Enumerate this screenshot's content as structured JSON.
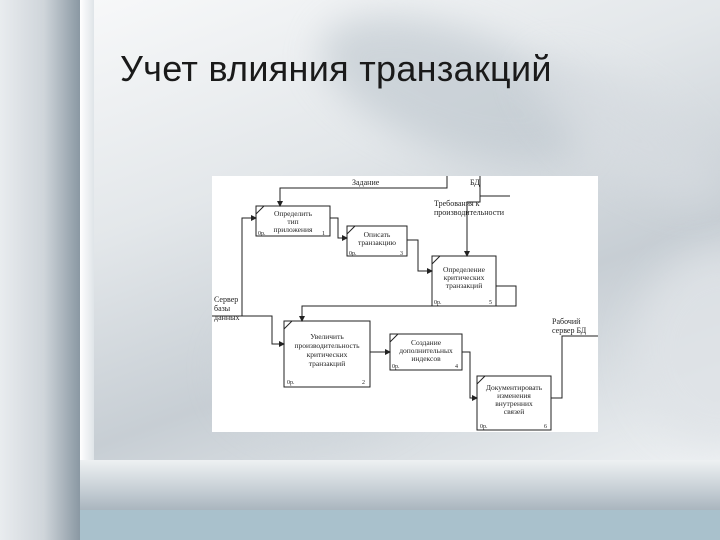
{
  "title": "Учет влияния транзакций",
  "diagram": {
    "top_labels": {
      "zadanie": "Задание",
      "bd": "БД",
      "requirements_line1": "Требования к",
      "requirements_line2": "производительности"
    },
    "left_labels": {
      "line1": "Сервер",
      "line2": "базы",
      "line3": "данных"
    },
    "right_labels": {
      "line1": "Рабочий",
      "line2": "сервер БД"
    },
    "boxes": [
      {
        "line1": "Определить",
        "line2": "тип",
        "line3": "приложения",
        "cost": "0р.",
        "num": "1"
      },
      {
        "line1": "Описать",
        "line2": "транзакцию",
        "line3": "",
        "cost": "0р.",
        "num": "3"
      },
      {
        "line1": "Определение",
        "line2": "критических",
        "line3": "транзакций",
        "cost": "0р.",
        "num": "5"
      },
      {
        "line1": "Увеличить",
        "line2": "производительность",
        "line3": "критических",
        "line4": "транзакций",
        "cost": "0р.",
        "num": "2"
      },
      {
        "line1": "Создание",
        "line2": "дополнительных",
        "line3": "индексов",
        "cost": "0р.",
        "num": "4"
      },
      {
        "line1": "Документировать",
        "line2": "изменения",
        "line3": "внутренних",
        "line4": "связей",
        "cost": "0р.",
        "num": "6"
      }
    ]
  }
}
